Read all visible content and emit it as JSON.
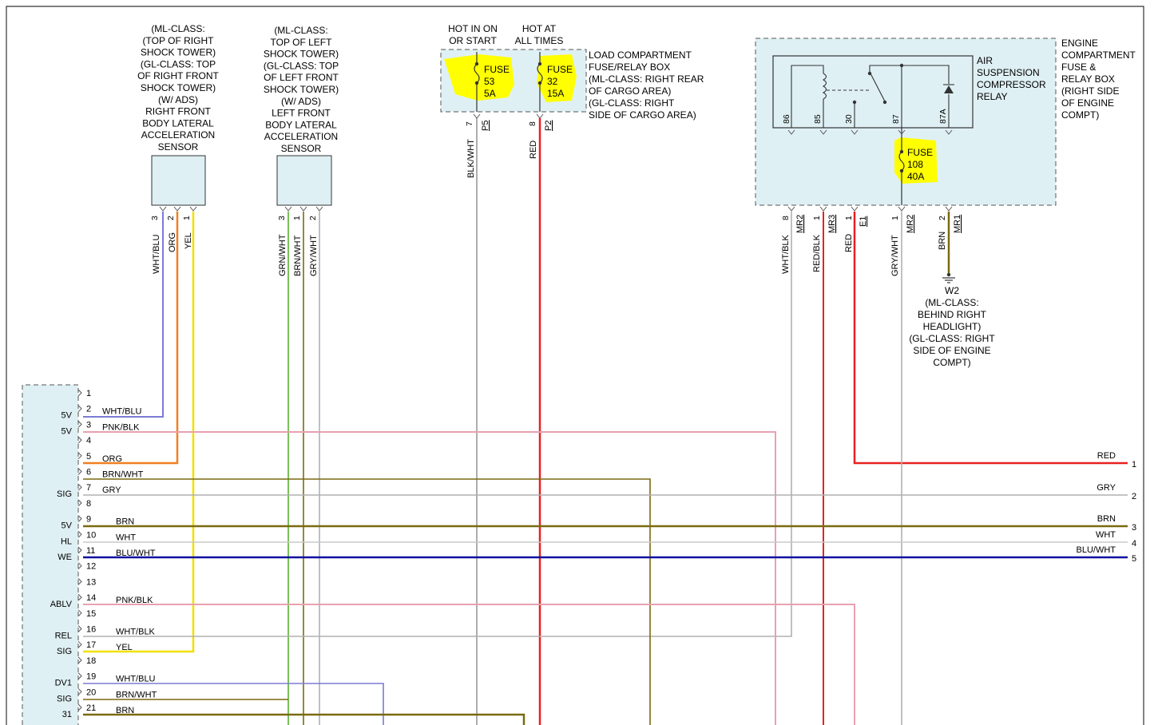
{
  "rf_sensor": {
    "desc": [
      "(ML-CLASS:",
      "(TOP OF RIGHT",
      "SHOCK TOWER)",
      "(GL-CLASS: TOP",
      "OF RIGHT FRONT",
      "SHOCK TOWER)",
      "(W/ ADS)",
      "RIGHT FRONT",
      "BODY LATERAL",
      "ACCELERATION",
      "SENSOR"
    ],
    "pins": [
      "3",
      "2",
      "1"
    ],
    "wires": [
      "WHT/BLU",
      "ORG",
      "YEL"
    ]
  },
  "lf_sensor": {
    "desc": [
      "(ML-CLASS:",
      "TOP OF LEFT",
      "SHOCK TOWER)",
      "(GL-CLASS: TOP",
      "OF LEFT FRONT",
      "SHOCK TOWER)",
      "(W/ ADS)",
      "LEFT FRONT",
      "BODY LATERAL",
      "ACCELERATION",
      "SENSOR"
    ],
    "pins": [
      "3",
      "1",
      "2"
    ],
    "wires": [
      "GRN/WHT",
      "BRN/WHT",
      "GRY/WHT"
    ]
  },
  "hot_in_on": [
    "HOT IN ON",
    "OR START"
  ],
  "hot_at": [
    "HOT AT",
    "ALL TIMES"
  ],
  "fuse53": [
    "FUSE",
    "53",
    "5A"
  ],
  "fuse32": [
    "FUSE",
    "32",
    "15A"
  ],
  "load_box": [
    "LOAD COMPARTMENT",
    "FUSE/RELAY BOX",
    "(ML-CLASS: RIGHT REAR",
    "OF CARGO AREA)",
    "(GL-CLASS: RIGHT",
    "SIDE OF CARGO AREA)"
  ],
  "load_pins": [
    {
      "pin": "7",
      "conn": "P5",
      "wire": "BLK/WHT"
    },
    {
      "pin": "8",
      "conn": "P2",
      "wire": "RED"
    }
  ],
  "relay_label": [
    "AIR",
    "SUSPENSION",
    "COMPRESSOR",
    "RELAY"
  ],
  "engine_box": [
    "ENGINE",
    "COMPARTMENT",
    "FUSE &",
    "RELAY BOX",
    "(RIGHT SIDE",
    "OF ENGINE",
    "COMPT)"
  ],
  "relay_pins": [
    "86",
    "85",
    "30",
    "87",
    "87A"
  ],
  "fuse108": [
    "FUSE",
    "108",
    "40A"
  ],
  "engine_pins": [
    {
      "pin": "8",
      "conn": "MR2",
      "wire": "WHT/BLK"
    },
    {
      "pin": "1",
      "conn": "MR3",
      "wire": "RED/BLK"
    },
    {
      "pin": "1",
      "conn": "E1",
      "wire": "RED"
    },
    {
      "pin": "1",
      "conn": "MR2",
      "wire": "GRY/WHT"
    },
    {
      "pin": "2",
      "conn": "MR1",
      "wire": "BRN"
    }
  ],
  "ground": [
    "W2",
    "(ML-CLASS:",
    "BEHIND RIGHT",
    "HEADLIGHT)",
    "(GL-CLASS: RIGHT",
    "SIDE OF ENGINE",
    "COMPT)"
  ],
  "module_pins": [
    {
      "n": "1",
      "wire": "",
      "side": ""
    },
    {
      "n": "2",
      "wire": "WHT/BLU",
      "side": "5V"
    },
    {
      "n": "3",
      "wire": "PNK/BLK",
      "side": "5V"
    },
    {
      "n": "4",
      "wire": "",
      "side": ""
    },
    {
      "n": "5",
      "wire": "ORG",
      "side": ""
    },
    {
      "n": "6",
      "wire": "BRN/WHT",
      "side": ""
    },
    {
      "n": "7",
      "wire": "GRY",
      "side": "SIG"
    },
    {
      "n": "8",
      "wire": "",
      "side": ""
    },
    {
      "n": "9",
      "wire": "BRN",
      "side": "5V"
    },
    {
      "n": "10",
      "wire": "WHT",
      "side": "HL"
    },
    {
      "n": "11",
      "wire": "BLU/WHT",
      "side": "WE"
    },
    {
      "n": "12",
      "wire": "",
      "side": ""
    },
    {
      "n": "13",
      "wire": "",
      "side": ""
    },
    {
      "n": "14",
      "wire": "PNK/BLK",
      "side": "ABLV"
    },
    {
      "n": "15",
      "wire": "",
      "side": ""
    },
    {
      "n": "16",
      "wire": "WHT/BLK",
      "side": "REL"
    },
    {
      "n": "17",
      "wire": "YEL",
      "side": "SIG"
    },
    {
      "n": "18",
      "wire": "",
      "side": ""
    },
    {
      "n": "19",
      "wire": "WHT/BLU",
      "side": "DV1"
    },
    {
      "n": "20",
      "wire": "BRN/WHT",
      "side": "SIG"
    },
    {
      "n": "21",
      "wire": "BRN",
      "side": "31"
    }
  ],
  "right_conn": [
    {
      "wire": "RED",
      "pin": "1"
    },
    {
      "wire": "GRY",
      "pin": "2"
    },
    {
      "wire": "BRN",
      "pin": "3"
    },
    {
      "wire": "WHT",
      "pin": "4"
    },
    {
      "wire": "BLU/WHT",
      "pin": "5"
    }
  ],
  "colors": {
    "blu": "#7b7bd6",
    "org": "#f08020",
    "yel": "#f0e000",
    "grn": "#58b030",
    "brn": "#7a6a10",
    "gry": "#b0b0b0",
    "red": "#e82020",
    "pnk": "#e8a0b0",
    "darkblu": "#1010a0",
    "highlight": "#ffff00",
    "box": "#dff0f4"
  }
}
